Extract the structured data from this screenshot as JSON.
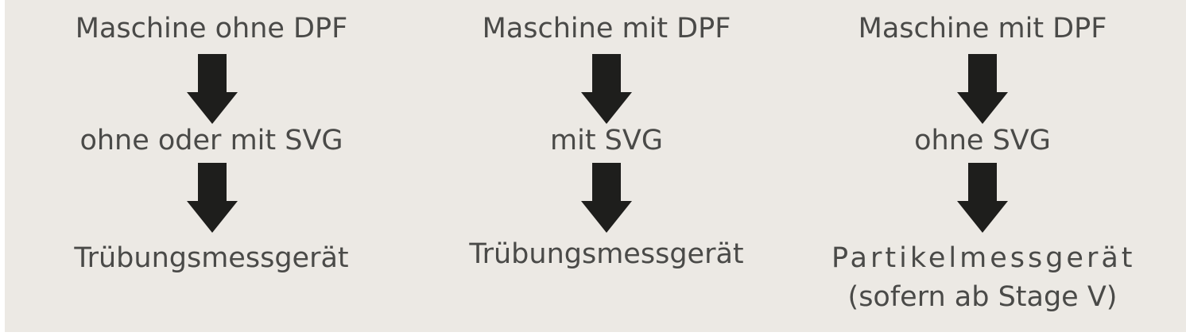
{
  "columns": [
    {
      "top": "Maschine ohne DPF",
      "middle": "ohne oder mit SVG",
      "bottom": "Trübungsmessgerät",
      "bottom_line2": ""
    },
    {
      "top": "Maschine mit DPF",
      "middle": "mit SVG",
      "bottom": "Trübungsmessgerät",
      "bottom_line2": ""
    },
    {
      "top": "Maschine mit DPF",
      "middle": "ohne SVG",
      "bottom": "Partikelmessgerät",
      "bottom_line2": "(sofern ab Stage V)"
    }
  ],
  "icons": {
    "flow_arrow": "arrow-down-icon"
  },
  "colors": {
    "background": "#ece9e4",
    "text": "#4a4a48",
    "arrow": "#1e1e1c"
  }
}
